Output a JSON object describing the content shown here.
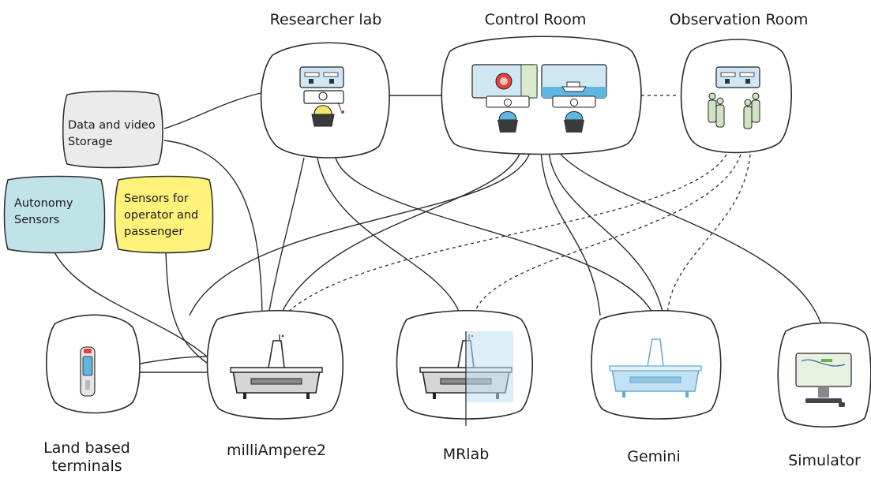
{
  "nodes": {
    "researcher_lab": "Researcher lab",
    "control_room": "Control Room",
    "observation_room": "Observation Room",
    "land_terminals": [
      "Land based",
      "terminals"
    ],
    "milliampere2": "milliAmpere2",
    "mrlab": "MRlab",
    "gemini": "Gemini",
    "simulator": "Simulator"
  },
  "boxes": {
    "storage": [
      "Data and video",
      "Storage"
    ],
    "autonomy": [
      "Autonomy",
      "Sensors"
    ],
    "sensors_op": [
      "Sensors for",
      "operator and",
      "passenger"
    ]
  },
  "colors": {
    "storage": "#ebebeb",
    "autonomy": "#bfe3e6",
    "sensors_op": "#fff27a",
    "screen": "#cfe8f3",
    "person_body": "#f4e46a",
    "observer": "#cfe3c3",
    "gemini_boat": "#bfe0f2",
    "alert": "#e8403a"
  }
}
